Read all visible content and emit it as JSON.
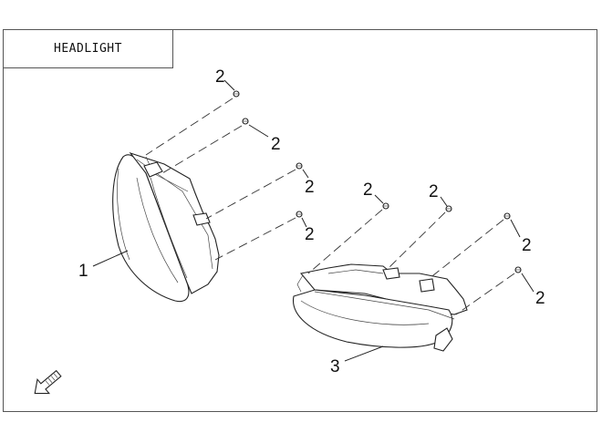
{
  "title": "HEADLIGHT",
  "callouts": {
    "part1": "1",
    "part3": "3",
    "screw_a": "2",
    "screw_b": "2",
    "screw_c": "2",
    "screw_d": "2",
    "screw_e": "2",
    "screw_f": "2",
    "screw_g": "2",
    "screw_h": "2"
  },
  "icons": {
    "front_arrow": "front-direction-arrow-icon"
  }
}
